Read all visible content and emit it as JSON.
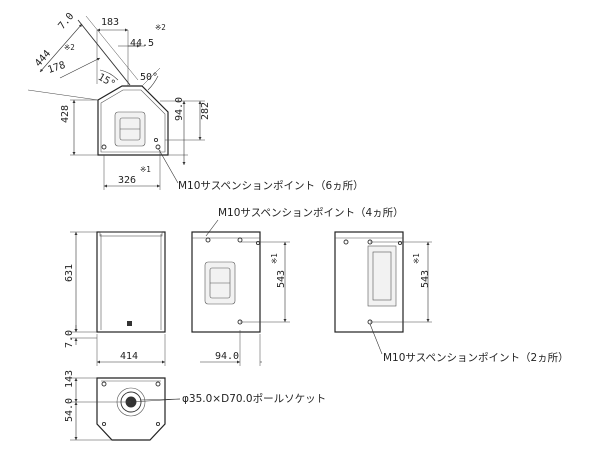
{
  "dimensions": {
    "d183": "183",
    "d7_0_top": "7.0",
    "d44_5": "44.5",
    "note2_a": "※2",
    "note2_b": "※2",
    "d444": "444",
    "d178": "178",
    "d15deg": "15°",
    "d50deg": "50°",
    "d428": "428",
    "d94_0_side": "94.0",
    "d282": "282",
    "d326": "326",
    "note1_top": "※1",
    "d631": "631",
    "d543_a": "543",
    "note1_a": "※1",
    "d543_b": "543",
    "note1_b": "※1",
    "d7_0_bottom": "7.0",
    "d414": "414",
    "d94_0_bottom": "94.0",
    "d143": "143",
    "d54_0": "54.0"
  },
  "labels": {
    "suspension_6": "M10サスペンションポイント（6ヵ所）",
    "suspension_4": "M10サスペンションポイント（4ヵ所）",
    "suspension_2": "M10サスペンションポイント（2ヵ所）",
    "pole_socket": "φ35.0×D70.0ポールソケット"
  }
}
